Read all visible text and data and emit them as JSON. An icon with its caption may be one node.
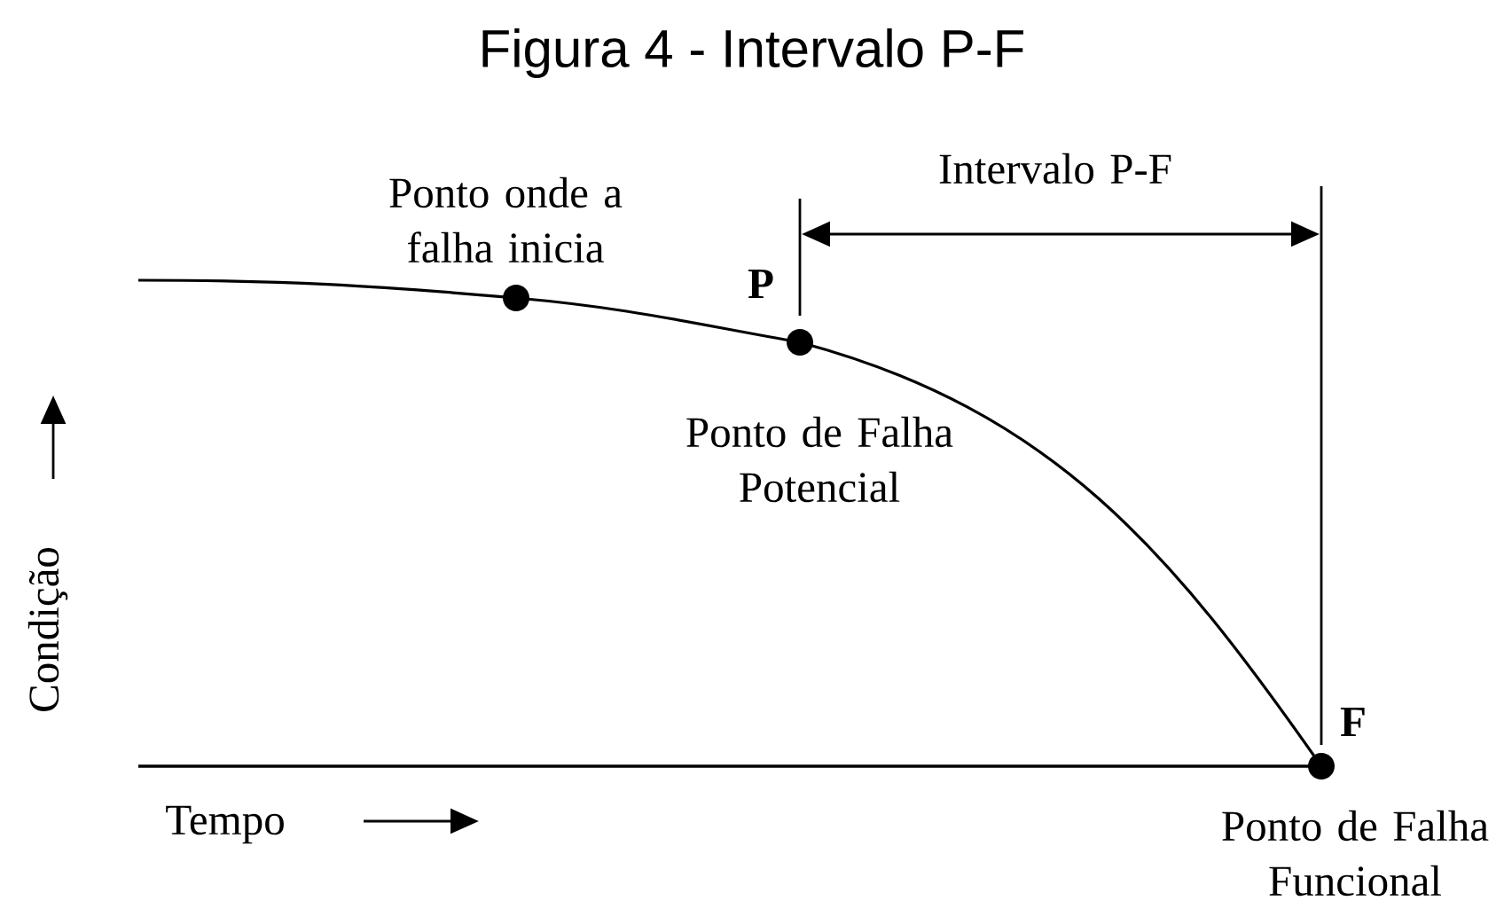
{
  "diagram": {
    "title": "Figura 4 - Intervalo P-F",
    "nodes": [
      {
        "text": [],
        "shape": "circle",
        "beside": [
          "Ponto onde a falha inicia"
        ]
      },
      {
        "text": [],
        "shape": "circle",
        "beside": [
          "P",
          "Ponto de Falha Potencial"
        ]
      },
      {
        "text": [],
        "shape": "circle",
        "beside": [
          "F",
          "Ponto de Falha Funcional"
        ]
      }
    ],
    "edges": [
      {
        "from": null,
        "to": 0,
        "arrow": "none"
      },
      {
        "from": 0,
        "to": 1,
        "arrow": "none"
      },
      {
        "from": 1,
        "to": 2,
        "arrow": "none"
      }
    ],
    "labels": [
      "Intervalo P-F",
      "Condição",
      "Tempo"
    ]
  }
}
